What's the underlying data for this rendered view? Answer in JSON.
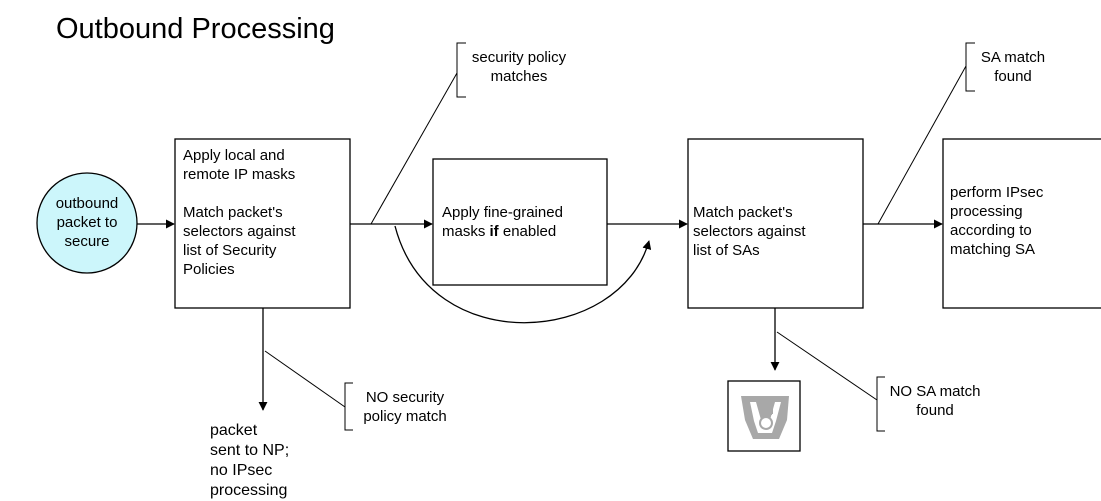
{
  "title": "Outbound Processing",
  "colors": {
    "start_fill": "#ccf6fb",
    "stroke": "#000000",
    "drop_icon": "#a8a8a8"
  },
  "icons": {
    "drop": "packet-discard-icon"
  },
  "nodes": {
    "start": "outbound\npacket to\nsecure",
    "policy_box": {
      "line1": "Apply local and\nremote IP masks",
      "line2": "Match packet's\nselectors against\nlist of Security\nPolicies"
    },
    "masks_box": {
      "before": "Apply fine-grained\nmasks ",
      "bold": "if",
      "after": " enabled"
    },
    "sa_box": "Match packet's\nselectors against\nlist of SAs",
    "ipsec_box": "perform IPsec\nprocessing\naccording to\nmatching SA",
    "np_text": "packet\nsent to NP;\nno IPsec\nprocessing"
  },
  "annotations": {
    "policy_match": "security policy\nmatches",
    "no_policy_match": "NO security\npolicy match",
    "sa_match": "SA match\nfound",
    "no_sa_match": "NO SA match\nfound"
  }
}
